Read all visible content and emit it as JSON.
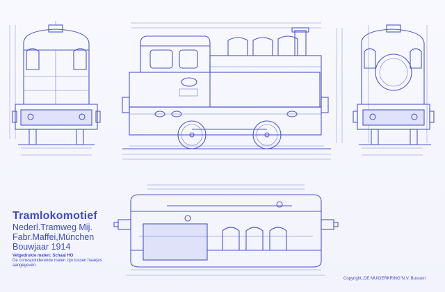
{
  "title": {
    "main": "Tramlokomotief",
    "lines": [
      "Nederl.Tramweg Mij.",
      "Fabr.Maffei,München",
      "Bouwjaar 1914"
    ]
  },
  "notes": {
    "scale_label": "Vetgedrukte maten: Schaal HO",
    "line2": "De corresponderende maten zijn tussen haakjes",
    "line3": "aangegeven."
  },
  "copyright": "Copyright,,DE MUIDERKRING\"N.V. Bussum",
  "colors": {
    "ink": "#4a55cf",
    "paper": "#f7f8fd"
  }
}
